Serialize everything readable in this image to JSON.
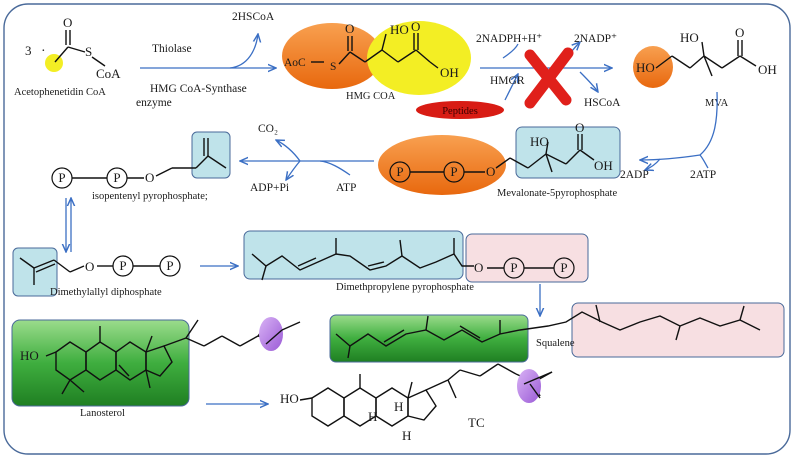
{
  "colors": {
    "arrow": "#3b6fc4",
    "frame": "#4a6a9a",
    "orange": "#f07a1c",
    "yellow": "#f3ee24",
    "teal": "#bfe3ea",
    "pink": "#f7dfe2",
    "green": "#3aa63a",
    "purple": "#b37de0",
    "red_cross": "#e0201b",
    "peptide_red": "#d81c14"
  },
  "labels": {
    "coeff_3": "3",
    "acetyl_S": "S",
    "acetyl_O": "O",
    "acetyl_CoA": "CoA",
    "acetophenetidin": "Acetophenetidin CoA",
    "thiolase": "Thiolase",
    "hmg_synthase": "HMG CoA-Synthase",
    "enzyme": "enzyme",
    "hscoa2": "2HSCoA",
    "aocs": "AoC",
    "hmg_S": "S",
    "hmg_O": "O",
    "hmg_HO": "HO",
    "hmg_OH": "OH",
    "hmg_coa": "HMG COA",
    "nadph": "2NADPH+H⁺",
    "nadp": "2NADP⁺",
    "hmgr": "HMGR",
    "peptides": "Peptides",
    "hscoa": "HSCoA",
    "mva_HO1": "HO",
    "mva_HO2": "HO",
    "mva_O": "O",
    "mva_OH": "OH",
    "mva": "MVA",
    "atp2": "2ATP",
    "adp2": "2ADP",
    "m5p_HO": "HO",
    "m5p_O": "O",
    "m5p_OH": "OH",
    "m5p_O2": "O",
    "mevalonate_5pp": "Mevalonate-5pyrophosphate",
    "co2": "CO₂",
    "adp_pi": "ADP+Pi",
    "atp": "ATP",
    "P": "P",
    "ipp_O": "O",
    "isopentenyl": "isopentenyl pyrophosphate;",
    "dmapp_O": "O",
    "dimethylallyl": "Dimethylallyl diphosphate",
    "gpp_O": "O",
    "dimethpropylene": "Dimethpropylene pyrophosphate",
    "squalene": "Squalene",
    "lano_HO": "HO",
    "lanosterol": "Lanosterol",
    "tc_HO": "HO",
    "tc_H": "H",
    "tc": "TC"
  }
}
